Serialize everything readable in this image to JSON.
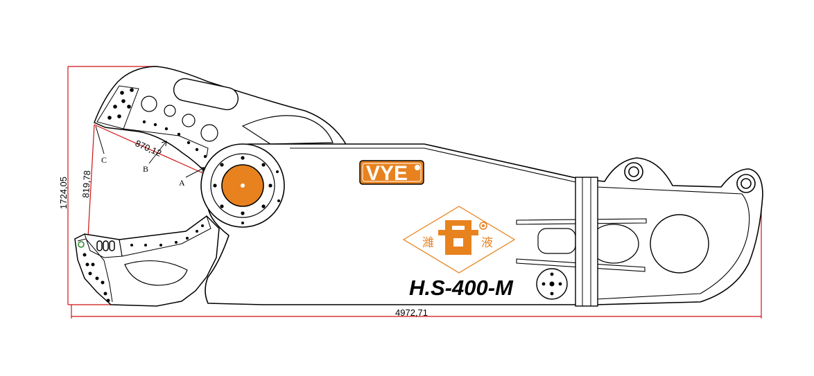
{
  "drawing": {
    "dimensions": {
      "overall_length": "4972,71",
      "overall_height": "1724,05",
      "jaw_opening_vertical": "819,78",
      "jaw_opening_diagonal": "870,12"
    },
    "point_labels": [
      "A",
      "B",
      "C"
    ],
    "brand_logo": "VYE",
    "emblem_chars": [
      "濰",
      "液"
    ],
    "model_name": "H.S-400-M",
    "colors": {
      "dimension_line": "#d01010",
      "accent_orange": "#e8821e",
      "outline": "#000000",
      "jaw_marker_green": "#2e8b2e"
    }
  }
}
